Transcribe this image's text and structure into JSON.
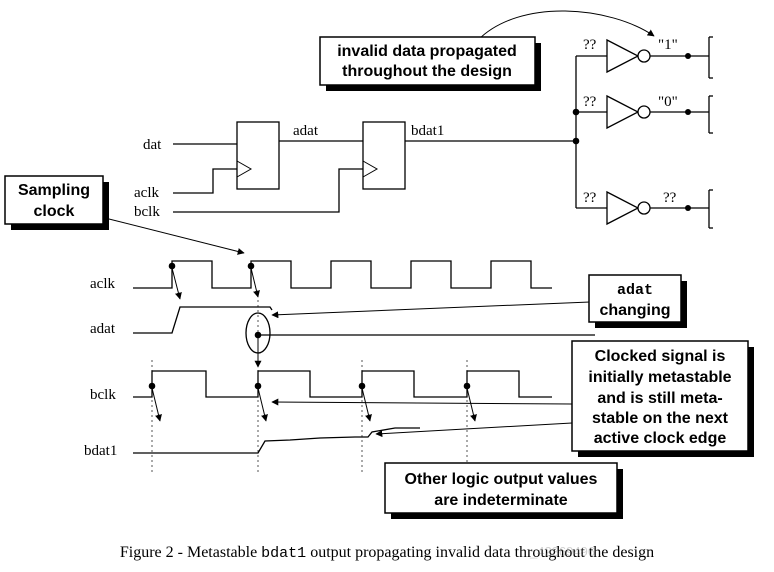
{
  "callouts": {
    "invalid": [
      "invalid data propagated",
      "throughout the design"
    ],
    "sampling": [
      "Sampling",
      "clock"
    ],
    "adat_mono": "adat",
    "adat_text": "changing",
    "clocked": [
      "Clocked signal is",
      "initially metastable",
      "and is still meta-",
      "stable on the next",
      "active clock edge"
    ],
    "other": [
      "Other logic output values",
      "are indeterminate"
    ]
  },
  "circuit": {
    "dat": "dat",
    "aclk": "aclk",
    "bclk": "bclk",
    "adat": "adat",
    "bdat1": "bdat1",
    "q1": "??",
    "q2": "??",
    "q3": "??",
    "out1": "\"1\"",
    "out2": "\"0\"",
    "out3": "??"
  },
  "waves": {
    "aclk": "aclk",
    "adat": "adat",
    "bclk": "bclk",
    "bdat1": "bdat1"
  },
  "caption": {
    "prefix": "Figure 2 - Metastable ",
    "mono": "bdat1",
    "suffix": " output propagating invalid data throughout the design"
  },
  "watermark": "_42369496"
}
